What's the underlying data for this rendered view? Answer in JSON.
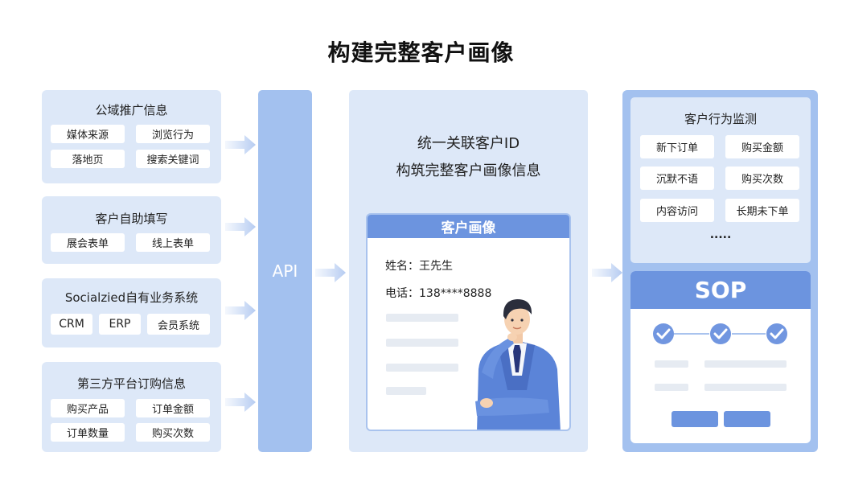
{
  "title": "构建完整客户画像",
  "sources": [
    {
      "title": "公域推广信息",
      "chips": [
        "媒体来源",
        "浏览行为",
        "落地页",
        "搜索关键词"
      ]
    },
    {
      "title": "客户自助填写",
      "chips": [
        "展会表单",
        "线上表单"
      ]
    },
    {
      "title": "Socialzied自有业务系统",
      "chips": [
        "CRM",
        "ERP",
        "会员系统"
      ]
    },
    {
      "title": "第三方平台订购信息",
      "chips": [
        "购买产品",
        "订单金额",
        "订单数量",
        "购买次数"
      ]
    }
  ],
  "api": {
    "label": "API"
  },
  "center": {
    "line1": "统一关联客户ID",
    "line2": "构筑完整客户画像信息",
    "card_title": "客户画像",
    "name_field": "姓名：王先生",
    "phone_field": "电话：138****8888"
  },
  "monitor": {
    "title": "客户行为监测",
    "chips": [
      "新下订单",
      "购买金额",
      "沉默不语",
      "购买次数",
      "内容访问",
      "长期未下单"
    ],
    "more": "....."
  },
  "sop": {
    "title": "SOP"
  },
  "colors": {
    "accent": "#6c94df",
    "panel": "#dde8f8",
    "column": "#a3c1ef",
    "check": "#7196e0"
  }
}
